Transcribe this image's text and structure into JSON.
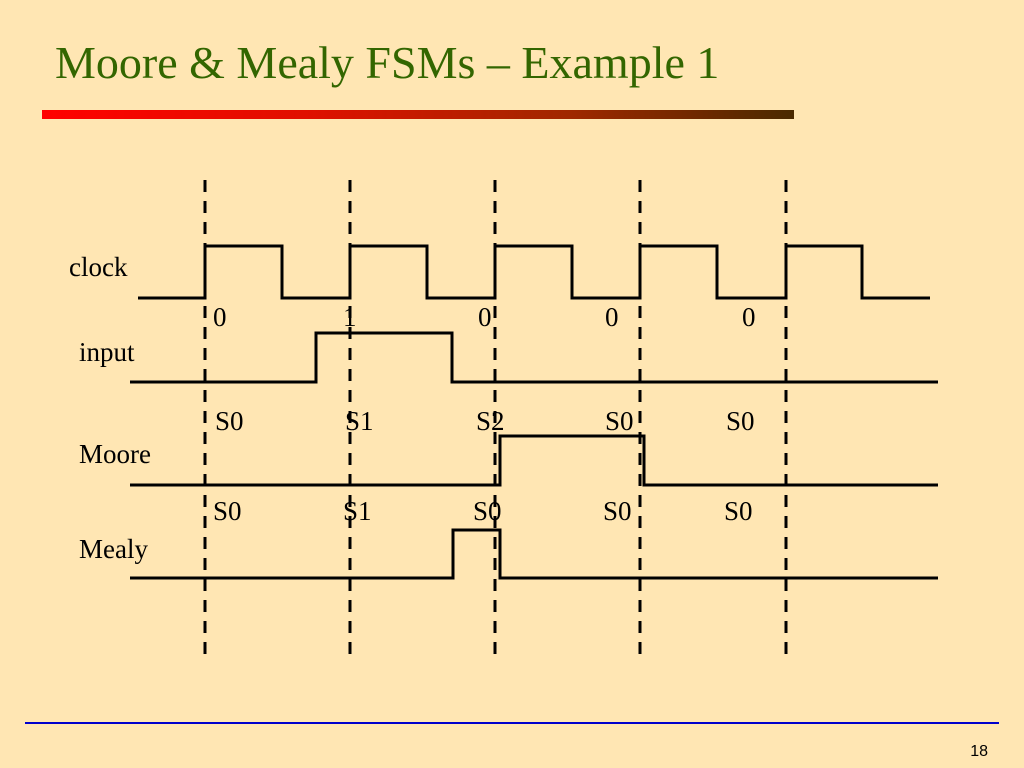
{
  "slide": {
    "title": "Moore & Mealy FSMs – Example 1",
    "page_number": "18"
  },
  "colors": {
    "background": "#FFE6B3",
    "title": "#336600",
    "bottom_rule": "#0000CC"
  },
  "timing": {
    "signals": {
      "clock": "clock",
      "input": "input",
      "moore": "Moore",
      "mealy": "Mealy"
    },
    "input_values": [
      "0",
      "1",
      "0",
      "0",
      "0"
    ],
    "moore_states": [
      "S0",
      "S1",
      "S2",
      "S0",
      "S0"
    ],
    "mealy_states": [
      "S0",
      "S1",
      "S0",
      "S0",
      "S0"
    ]
  }
}
